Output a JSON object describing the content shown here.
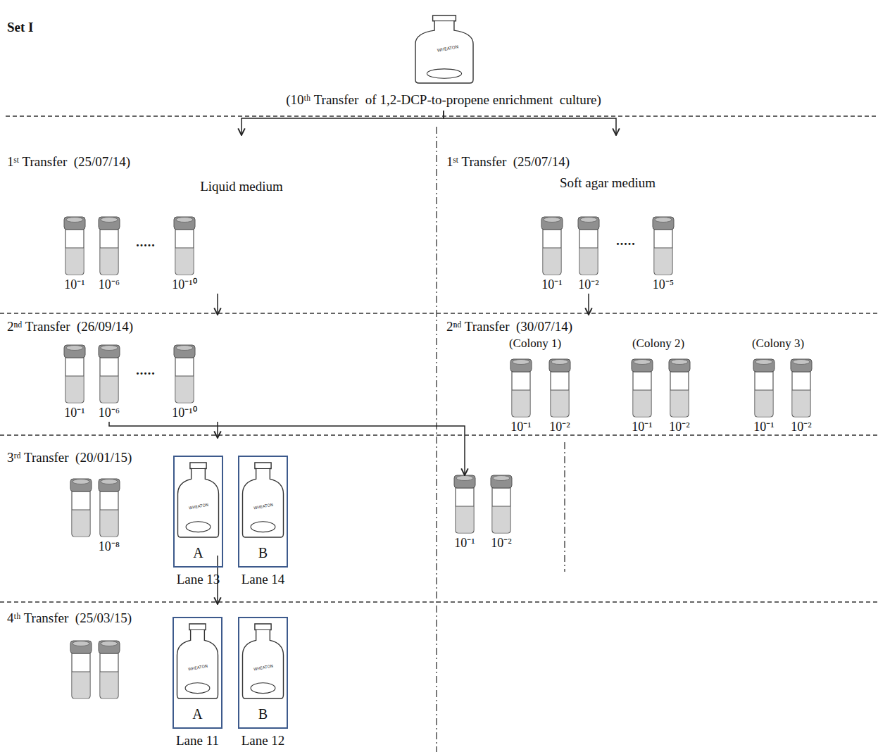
{
  "diagram": {
    "title": "Set I",
    "nodes": [
      {
        "text": [
          "(10ᵗʰ Transfer  of 1,2-DCP-to-propene enrichment  culture)"
        ]
      },
      {
        "text": [
          "1ˢᵗ Transfer  (25/07/14)",
          "Liquid medium"
        ]
      },
      {
        "text": [
          "10⁻¹"
        ],
        "in": 1
      },
      {
        "text": [
          "10⁻⁶"
        ],
        "in": 1
      },
      {
        "text": [
          "10⁻¹⁰"
        ],
        "in": 1
      },
      {
        "text": [
          "1ˢᵗ Transfer  (25/07/14)",
          "Soft agar medium"
        ]
      },
      {
        "text": [
          "10⁻¹"
        ],
        "in": 5
      },
      {
        "text": [
          "10⁻²"
        ],
        "in": 5
      },
      {
        "text": [
          "10⁻⁵"
        ],
        "in": 5
      },
      {
        "text": [
          "2ⁿᵈ Transfer  (26/09/14)"
        ]
      },
      {
        "text": [
          "10⁻¹"
        ],
        "in": 9
      },
      {
        "text": [
          "10⁻⁶"
        ],
        "in": 9
      },
      {
        "text": [
          "10⁻¹⁰"
        ],
        "in": 9
      },
      {
        "text": [
          "2ⁿᵈ Transfer  (30/07/14)"
        ]
      },
      {
        "text": [
          "10⁻¹"
        ],
        "in": 13
      },
      {
        "text": [
          "10⁻²"
        ],
        "in": 13
      },
      {
        "text": [
          "10⁻¹"
        ],
        "in": 13
      },
      {
        "text": [
          "10⁻²"
        ],
        "in": 13
      },
      {
        "text": [
          "10⁻¹"
        ],
        "in": 13
      },
      {
        "text": [
          "10⁻²"
        ],
        "in": 13
      },
      {
        "text": [
          "3ʳᵈ Transfer  (20/01/15)"
        ]
      },
      {
        "text": [
          "10⁻⁸"
        ],
        "in": 20
      },
      {
        "text": [
          "A",
          "Lane 13"
        ],
        "in": 20
      },
      {
        "text": [
          "B",
          "Lane 14"
        ],
        "in": 20
      },
      {
        "text": [
          "10⁻¹"
        ]
      },
      {
        "text": [
          "10⁻²"
        ]
      },
      {
        "text": [
          "4ᵗʰ Transfer  (25/03/15)"
        ]
      },
      {
        "text": [
          "A",
          "Lane 11"
        ],
        "in": 26
      },
      {
        "text": [
          "B",
          "Lane 12"
        ],
        "in": 26
      }
    ],
    "edges": [
      {
        "from": 0,
        "to": 1,
        "arrow": "to"
      },
      {
        "from": 0,
        "to": 5,
        "arrow": "to"
      },
      {
        "from": 3,
        "to": 9,
        "arrow": "to"
      },
      {
        "from": 7,
        "to": 13,
        "arrow": "to"
      },
      {
        "from": 11,
        "to": 20,
        "arrow": "to"
      },
      {
        "from": 11,
        "to": 24,
        "arrow": "to"
      },
      {
        "from": 21,
        "to": 26,
        "arrow": "to"
      }
    ],
    "labels": [
      "(Colony 1)",
      "(Colony 2)",
      "(Colony 3)",
      ".....",
      ".....",
      ".....",
      "WHEATON",
      "WHEATON",
      "WHEATON",
      "WHEATON",
      "WHEATON"
    ]
  }
}
